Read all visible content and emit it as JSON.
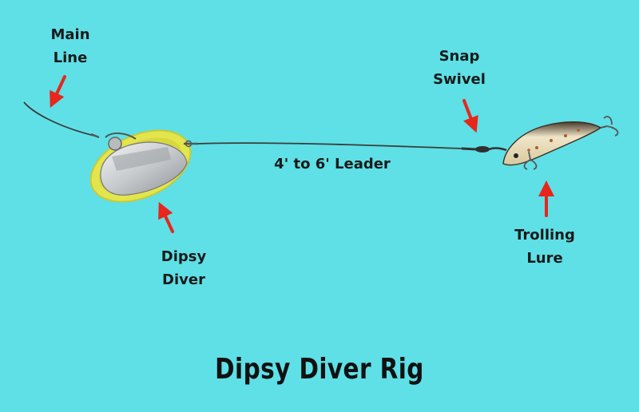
{
  "title": "Dipsy Diver Rig",
  "labels": {
    "main_line": [
      "Main",
      "Line"
    ],
    "snap_swivel": [
      "Snap",
      "Swivel"
    ],
    "leader": "4' to 6' Leader",
    "dipsy_diver": [
      "Dipsy",
      "Diver"
    ],
    "trolling_lure": [
      "Trolling",
      "Lure"
    ]
  },
  "colors": {
    "background": "#5ee0e6",
    "arrow": "#e8261c",
    "line": "#3c3c3c",
    "diver_rim": "#e0e24a",
    "diver_plate": "#c9cccf",
    "text": "#1a1a1a"
  },
  "icons": [
    "arrow-icon",
    "dipsy-diver-icon",
    "snap-swivel-icon",
    "trolling-lure-icon",
    "treble-hook-icon"
  ]
}
